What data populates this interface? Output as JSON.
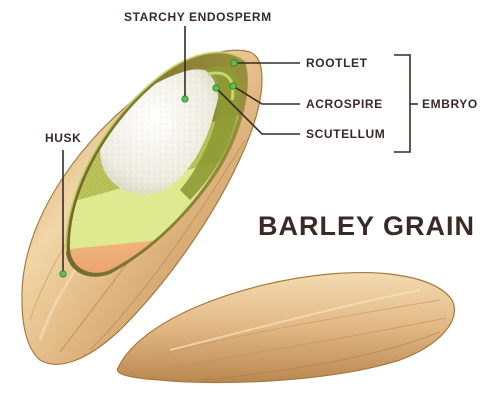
{
  "title": "BARLEY GRAIN",
  "labels": {
    "starchy_endosperm": "STARCHY ENDOSPERM",
    "husk": "HUSK",
    "rootlet": "ROOTLET",
    "acrospire": "ACROSPIRE",
    "scutellum": "SCUTELLUM",
    "embryo": "EMBRYO"
  },
  "colors": {
    "text": "#3a2a26",
    "leader_line": "#3a2a26",
    "marker_dot": "#5fbf4f",
    "husk_light": "#f4dcae",
    "husk_mid": "#dcae79",
    "husk_dark": "#b98a52",
    "endosperm": "#efeee6",
    "embryo_green": "#bcc75a",
    "embryo_yellow": "#dde88a",
    "embryo_base": "#f2b985"
  }
}
